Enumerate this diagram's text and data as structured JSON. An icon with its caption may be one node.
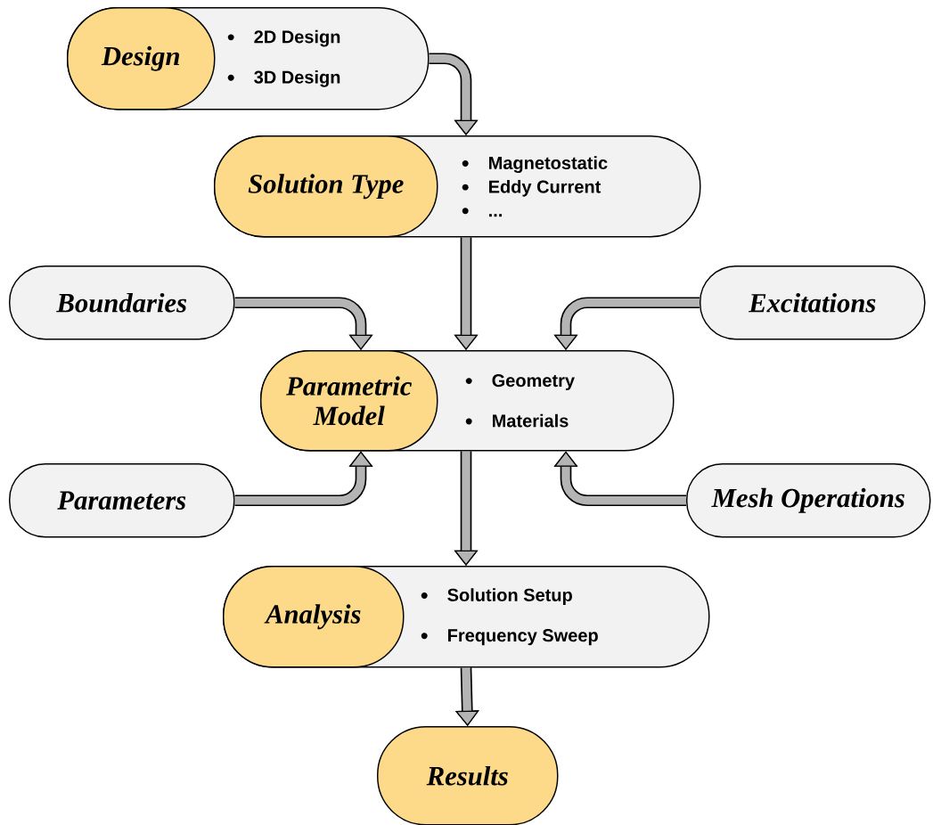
{
  "diagram": {
    "nodes": [
      {
        "text": [
          "2D Design",
          "3D Design"
        ]
      },
      {
        "text": [
          "Design"
        ],
        "in": 0
      },
      {
        "text": [
          "Magnetostatic",
          "Eddy Current",
          "..."
        ]
      },
      {
        "text": [
          "Solution Type"
        ],
        "in": 2
      },
      {
        "text": [
          "Boundaries"
        ]
      },
      {
        "text": [
          "Excitations"
        ]
      },
      {
        "text": [
          "Geometry",
          "Materials"
        ]
      },
      {
        "text": [
          "Parametric Model"
        ],
        "in": 6
      },
      {
        "text": [
          "Parameters"
        ]
      },
      {
        "text": [
          "Mesh Operations"
        ]
      },
      {
        "text": [
          "Solution Setup",
          "Frequency Sweep"
        ]
      },
      {
        "text": [
          "Analysis"
        ],
        "in": 10
      },
      {
        "text": [
          "Results"
        ]
      }
    ],
    "edges": [
      {
        "from": 0,
        "to": 2,
        "arrow": "to"
      },
      {
        "from": 2,
        "to": 6,
        "arrow": "to"
      },
      {
        "from": 4,
        "to": 6,
        "arrow": "to"
      },
      {
        "from": 5,
        "to": 6,
        "arrow": "to"
      },
      {
        "from": 8,
        "to": 6,
        "arrow": "to"
      },
      {
        "from": 9,
        "to": 6,
        "arrow": "to"
      },
      {
        "from": 6,
        "to": 10,
        "arrow": "to"
      },
      {
        "from": 10,
        "to": 12,
        "arrow": "to"
      }
    ]
  }
}
